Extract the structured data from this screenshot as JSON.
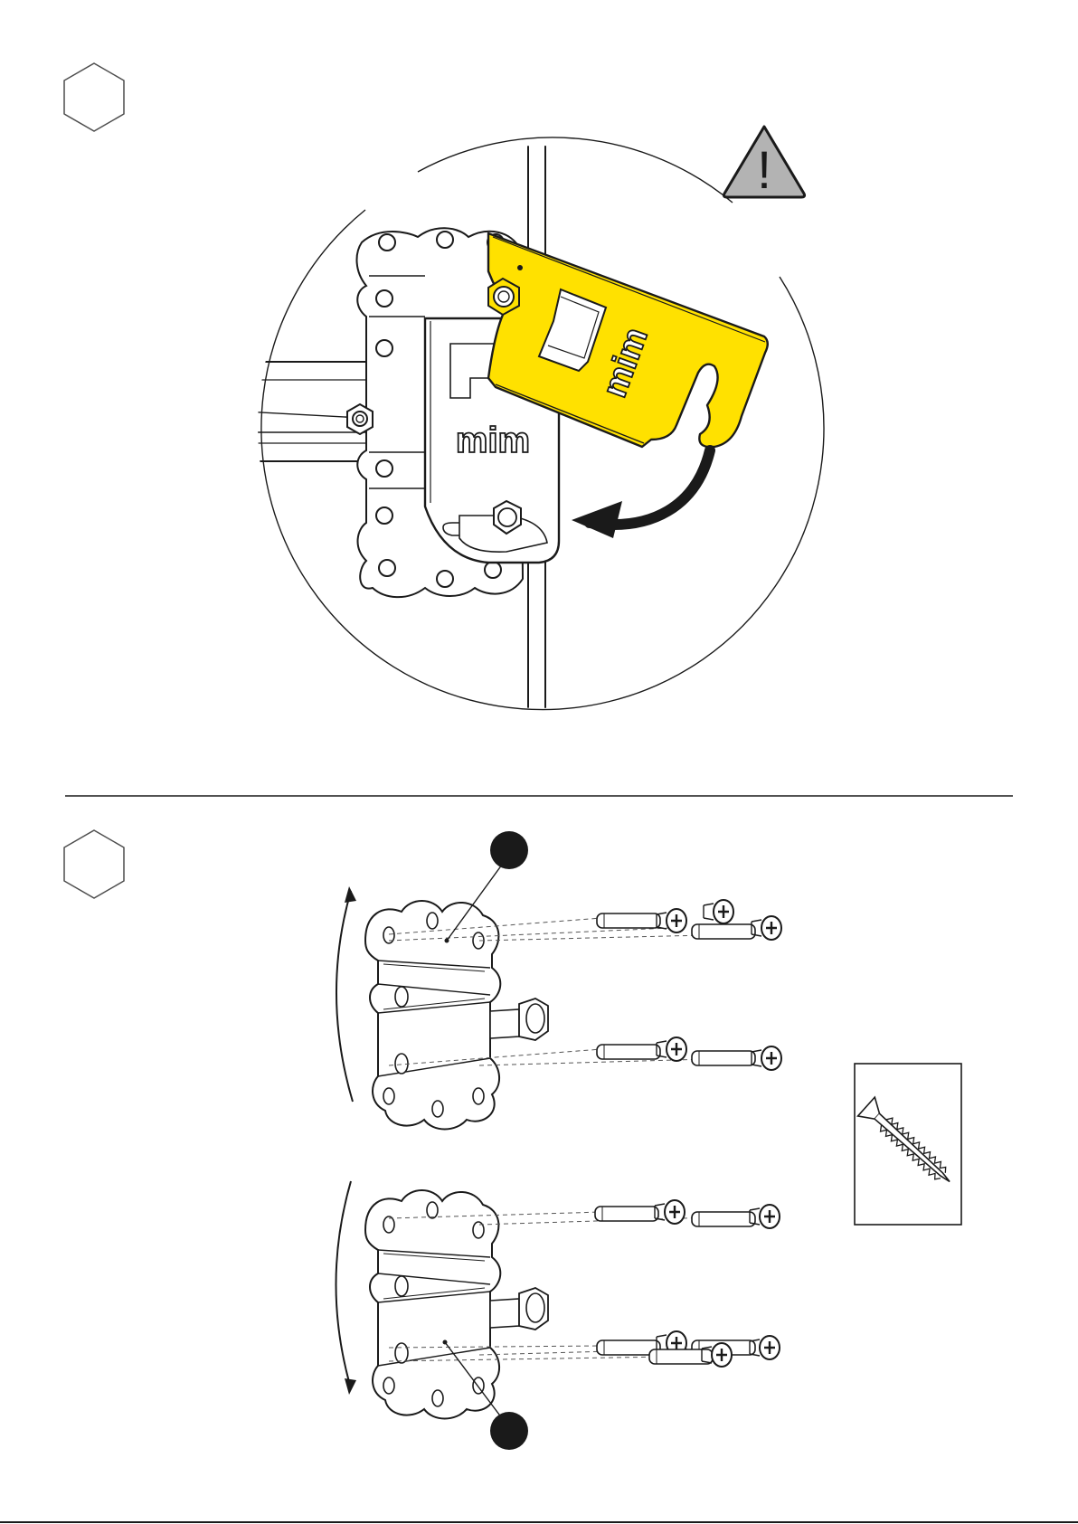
{
  "page": {
    "background": "#ffffff",
    "line_color": "#1a1a1a",
    "accent_yellow": "#ffe100",
    "warning_fill": "#b3b3b3"
  },
  "step_one": {
    "step_badge": "",
    "warning_symbol": "!",
    "bracket_brand": "mim",
    "latch_brand": "mim",
    "icons": [
      "hexagon-step-badge",
      "warning-triangle-icon",
      "rotate-arrow-icon"
    ]
  },
  "step_two": {
    "step_badge": "",
    "callout_top": "",
    "callout_bottom": "",
    "legend_item": "wood-screw-icon"
  },
  "footer": {
    "page_marker": ""
  }
}
